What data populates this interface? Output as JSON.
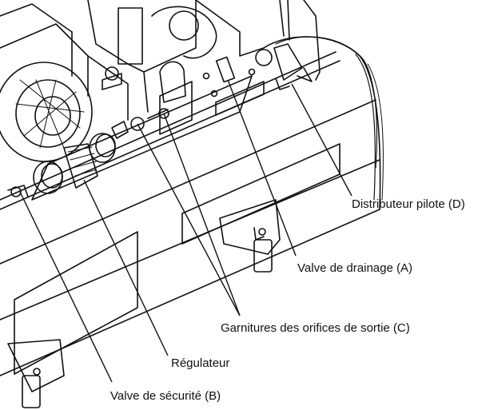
{
  "figure": {
    "labels": {
      "pilot_valve": "Distributeur pilote (D)",
      "drain_valve": "Valve de drainage (A)",
      "outlet_fittings": "Garnitures des orifices de sortie (C)",
      "regulator": "Régulateur",
      "safety_valve": "Valve de sécurité (B)"
    },
    "colors": {
      "line": "#111111",
      "background": "#ffffff"
    }
  }
}
